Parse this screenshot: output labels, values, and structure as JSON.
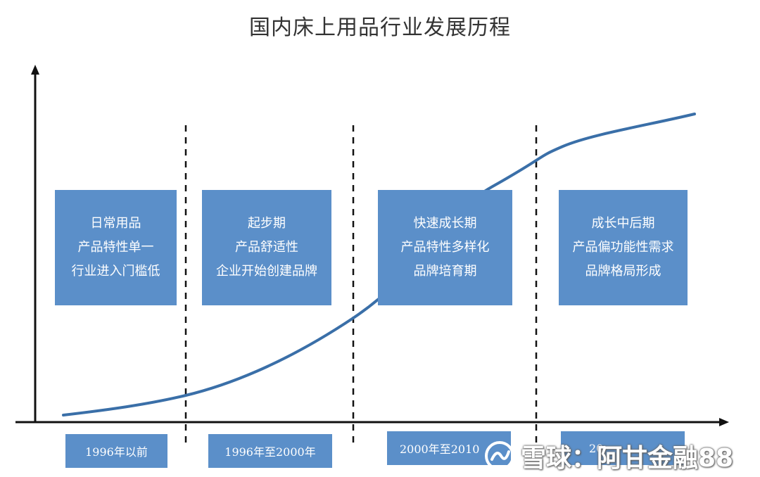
{
  "title": "国内床上用品行业发展历程",
  "stages": [
    {
      "lines": [
        "日常用品",
        "产品特性单一",
        "行业进入门槛低"
      ]
    },
    {
      "lines": [
        "起步期",
        "产品舒适性",
        "企业开始创建品牌"
      ]
    },
    {
      "lines": [
        "快速成长期",
        "产品特性多样化",
        "品牌培育期"
      ]
    },
    {
      "lines": [
        "成长中后期",
        "产品偏功能性需求",
        "品牌格局形成"
      ]
    }
  ],
  "periods": [
    "1996年以前",
    "1996年至2000年",
    "2000年至2010",
    "20"
  ],
  "watermark": {
    "text": "雪球：阿甘金融88"
  },
  "colors": {
    "box": "#5b8fc9",
    "curve": "#3a6fa8",
    "axis": "#111111"
  }
}
